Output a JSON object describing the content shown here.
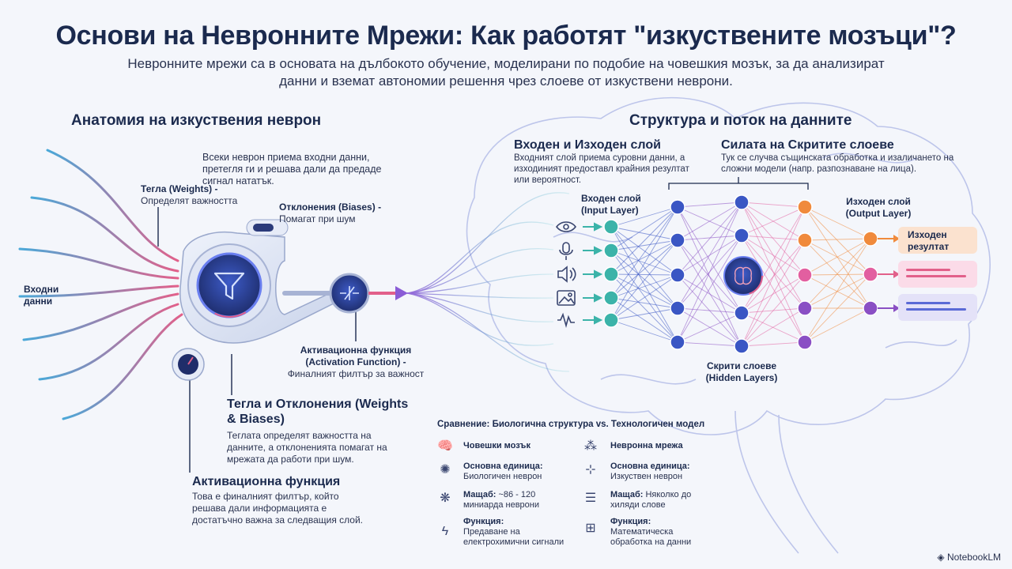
{
  "title": "Основи на Невронните Мрежи: Как работят \"изкуствените мозъци\"?",
  "subtitle": "Невронните мрежи са в основата на дълбокото обучение, моделирани по подобие на човешкия мозък, за да анализират данни и вземат автономии решення чрез слоеве от изкуствени неврони.",
  "left": {
    "heading": "Анатомия на изкуствения неврон",
    "intro": "Всеки неврон приема входни данни, претегля ги и решава дали да предаде сигнал нататък.",
    "weights_label_title": "Тегла (Weights) -",
    "weights_label_desc": "Определят важността",
    "biases_label_title": "Отклонения (Biases) -",
    "biases_label_desc": "Помагат при шум",
    "inputs_label": "Входни данни",
    "activation_label_title": "Активационна функция (Activation Function) -",
    "activation_label_desc": "Финалният филтър за важност",
    "wb_title": "Тегла и Отклонения (Weights & Biases)",
    "wb_desc": "Теглата определят важността на данните, а отклоненията помагат на мрежата да работи при шум.",
    "act_title": "Активационна функция",
    "act_desc": "Това е финалният филтър, който решава дали информацията е достатъчно важна за следващия слой."
  },
  "right": {
    "heading": "Структура и поток на данните",
    "io_title": "Входен и Изходен слой",
    "io_desc": "Входният слой приема суровни данни, а изходиният предоставл крайния резултат или вероятност.",
    "hidden_title": "Силата на Скритите слоеве",
    "hidden_desc": "Тук се случва същинската обработка и изаличането на сложни модели (напр. разпознаване на лица).",
    "input_layer_label": "Входен слой (Input Layer)",
    "output_layer_label": "Изходен слой (Output Layer)",
    "hidden_layers_label": "Скрити слоеве (Hidden Layers)",
    "result_label": "Изходен резултат"
  },
  "comparison": {
    "title": "Сравнение: Биологична структура vs. Технологичен модел",
    "bio": [
      {
        "icon": "brain-icon",
        "title": "Човешки мозък",
        "desc": ""
      },
      {
        "icon": "bio-neuron-icon",
        "title": "Основна единица:",
        "desc": "Биологичен неврон"
      },
      {
        "icon": "bio-scale-icon",
        "title": "Мащаб:",
        "desc": "~86 - 120 миниарда неврони"
      },
      {
        "icon": "lightning-icon",
        "title": "Функция:",
        "desc": "Предаване на електрохимични сигнали"
      }
    ],
    "tech": [
      {
        "icon": "network-icon",
        "title": "Невронна мрежа",
        "desc": ""
      },
      {
        "icon": "artificial-neuron-icon",
        "title": "Основна единица:",
        "desc": "Изкуствен неврон"
      },
      {
        "icon": "layers-icon",
        "title": "Мащаб:",
        "desc": "Няколко до хиляди слове"
      },
      {
        "icon": "calculator-icon",
        "title": "Функция:",
        "desc": "Математическа обработка на данни"
      }
    ]
  },
  "brand": "NotebookLM",
  "colors": {
    "navy": "#1b2a4e",
    "teal": "#3bb3a9",
    "blue": "#3a56c4",
    "purple": "#8a4fc4",
    "orange": "#f08a3c",
    "pink": "#e25fa0"
  }
}
